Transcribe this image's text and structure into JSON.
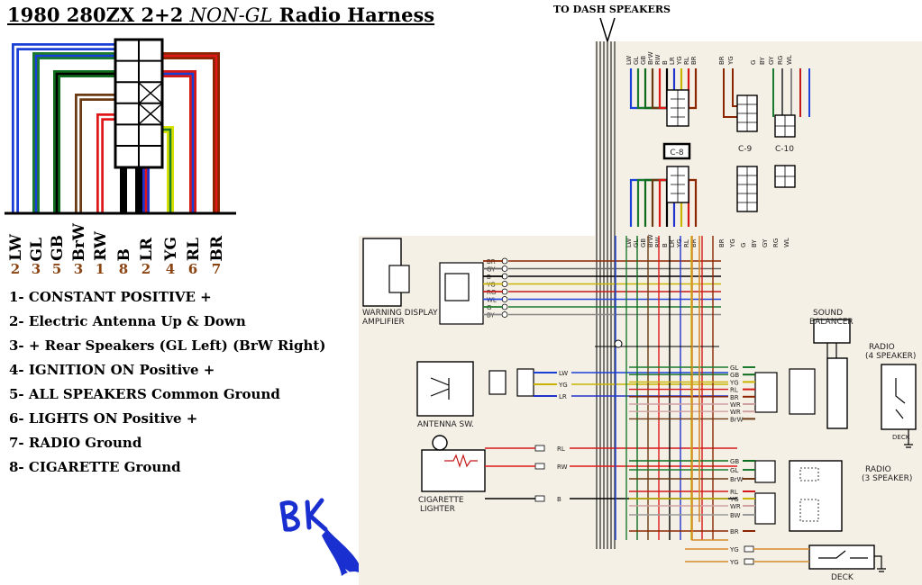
{
  "title": {
    "prefix": "1980 280ZX 2+2 ",
    "italic": "NON-GL",
    "suffix": " Radio Harness"
  },
  "harness": {
    "wires": [
      {
        "label": "LW",
        "pin": "2"
      },
      {
        "label": "GL",
        "pin": "3"
      },
      {
        "label": "GB",
        "pin": "5"
      },
      {
        "label": "BrW",
        "pin": "3"
      },
      {
        "label": "RW",
        "pin": "1"
      },
      {
        "label": "B",
        "pin": "8"
      },
      {
        "label": "LR",
        "pin": "2"
      },
      {
        "label": "YG",
        "pin": "4"
      },
      {
        "label": "RL",
        "pin": "6"
      },
      {
        "label": "BR",
        "pin": "7"
      }
    ],
    "legend": [
      "1- CONSTANT POSITIVE +",
      "2- Electric Antenna Up & Down",
      "3- + Rear Speakers (GL Left) (BrW Right)",
      "4- IGNITION ON Positive +",
      "5- ALL SPEAKERS Common Ground",
      "6- LIGHTS ON Positive +",
      "7- RADIO Ground",
      "8- CIGARETTE Ground"
    ]
  },
  "logo": {
    "text": "BK"
  },
  "schematic": {
    "dash_speakers_label": "TO DASH SPEAKERS",
    "top_wire_labels": [
      "LW",
      "GL",
      "GB",
      "BrW",
      "RW",
      "B",
      "LR",
      "YG",
      "RL",
      "BR"
    ],
    "c9_top_labels": [
      "BR",
      "YG"
    ],
    "c10_top_labels": [
      "G",
      "BY",
      "GY",
      "RG",
      "WL"
    ],
    "connectors": [
      "C-8",
      "C-9",
      "C-10"
    ],
    "lower_wire_labels": [
      "LW",
      "GL",
      "GB",
      "BrW",
      "RW",
      "B",
      "LR",
      "YG",
      "RL",
      "BR",
      "BR",
      "YG",
      "G",
      "BY",
      "GY",
      "RG",
      "WL"
    ],
    "warning_amp": {
      "label_line1": "WARNING DISPLAY",
      "label_line2": "AMPLIFIER",
      "wires": [
        "BR",
        "GY",
        "B",
        "YG",
        "RG",
        "WL",
        "G",
        "BY"
      ]
    },
    "antenna_sw": {
      "label": "ANTENNA SW.",
      "wires": [
        "LW",
        "YG",
        "LR"
      ]
    },
    "cigarette": {
      "label_line1": "CIGARETTE",
      "label_line2": "LIGHTER",
      "wires": [
        "RL",
        "RW",
        "B"
      ]
    },
    "sound_balancer": {
      "label_line1": "SOUND",
      "label_line2": "BALANCER"
    },
    "radio4": {
      "label_line1": "RADIO",
      "label_line2": "(4 SPEAKER)",
      "wires": [
        "GL",
        "GB",
        "YG",
        "RL",
        "BR",
        "WR",
        "WR",
        "BrW"
      ]
    },
    "radio3": {
      "label_line1": "RADIO",
      "label_line2": "(3 SPEAKER)",
      "wires": [
        "GB",
        "GL",
        "BrW",
        "RL",
        "YG",
        "WR",
        "BW",
        "BR"
      ]
    },
    "deck": {
      "label": "DECK",
      "wires": [
        "YG",
        "YG"
      ]
    },
    "deck2": {
      "label": "DECK"
    }
  },
  "colors": {
    "LW": "#1a3fd6",
    "GL": "#1a7a2e",
    "GB": "#0d6b1c",
    "BrW": "#6b3a12",
    "RW": "#e01818",
    "B": "#000000",
    "LR": "#2233cc",
    "YG": "#d8e000",
    "RL": "#d41818",
    "BR": "#8b2500",
    "paper": "#f5f0e6"
  }
}
